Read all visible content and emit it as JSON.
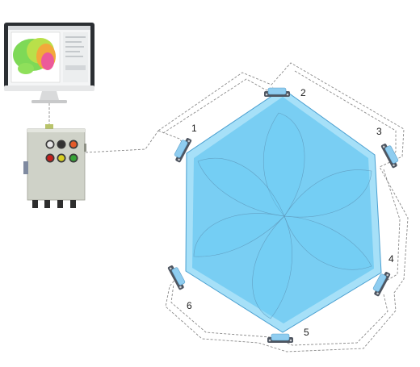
{
  "diagram": {
    "sensors": [
      {
        "label": "1"
      },
      {
        "label": "2"
      },
      {
        "label": "3"
      },
      {
        "label": "4"
      },
      {
        "label": "5"
      },
      {
        "label": "6"
      }
    ],
    "colors": {
      "coverage_fill": "#5cc6f2",
      "coverage_edge": "#4a9fd0",
      "sensor_body": "#8fcdf0",
      "bracket": "#4e5560",
      "cable": "#8a8a8a",
      "cabinet": "#cfd2c8",
      "monitor_frame": "#2b2f33"
    },
    "control_box": {
      "indicator_colors": [
        "#e8e8e8",
        "#333333",
        "#e45a2a",
        "#c4201c",
        "#d8cf22",
        "#37a338"
      ]
    }
  }
}
